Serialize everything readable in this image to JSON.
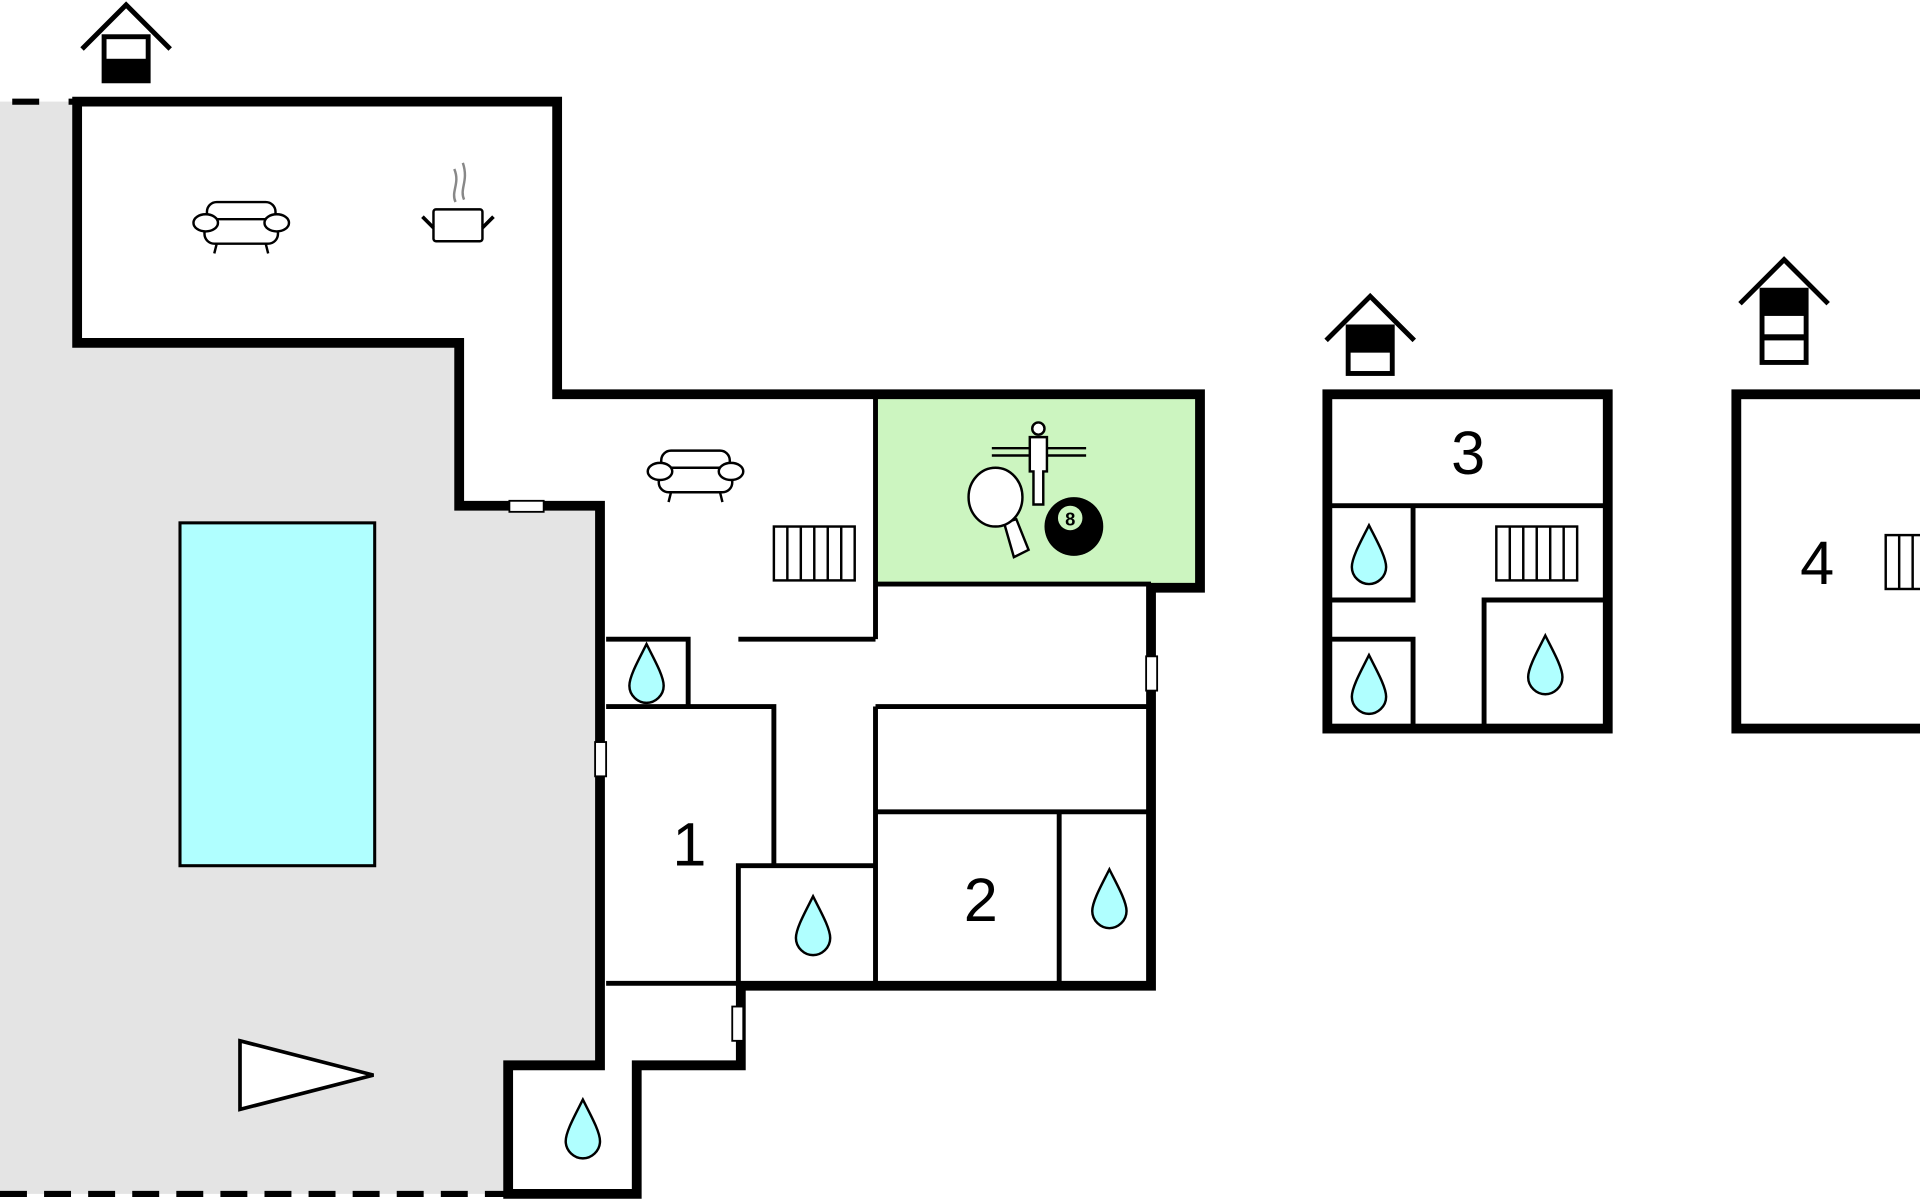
{
  "title": "Floor plan",
  "colors": {
    "terrace": "#e4e4e4",
    "pool": "#b0ffff",
    "games_room": "#ccf5c0",
    "water": "#b0ffff",
    "wall": "#000000"
  },
  "rooms": [
    {
      "label": "1"
    },
    {
      "label": "2"
    },
    {
      "label": "3"
    },
    {
      "label": "4"
    }
  ],
  "ball_number": "8",
  "floor_icons": [
    "ground-floor-icon",
    "first-floor-icon",
    "second-floor-icon"
  ]
}
